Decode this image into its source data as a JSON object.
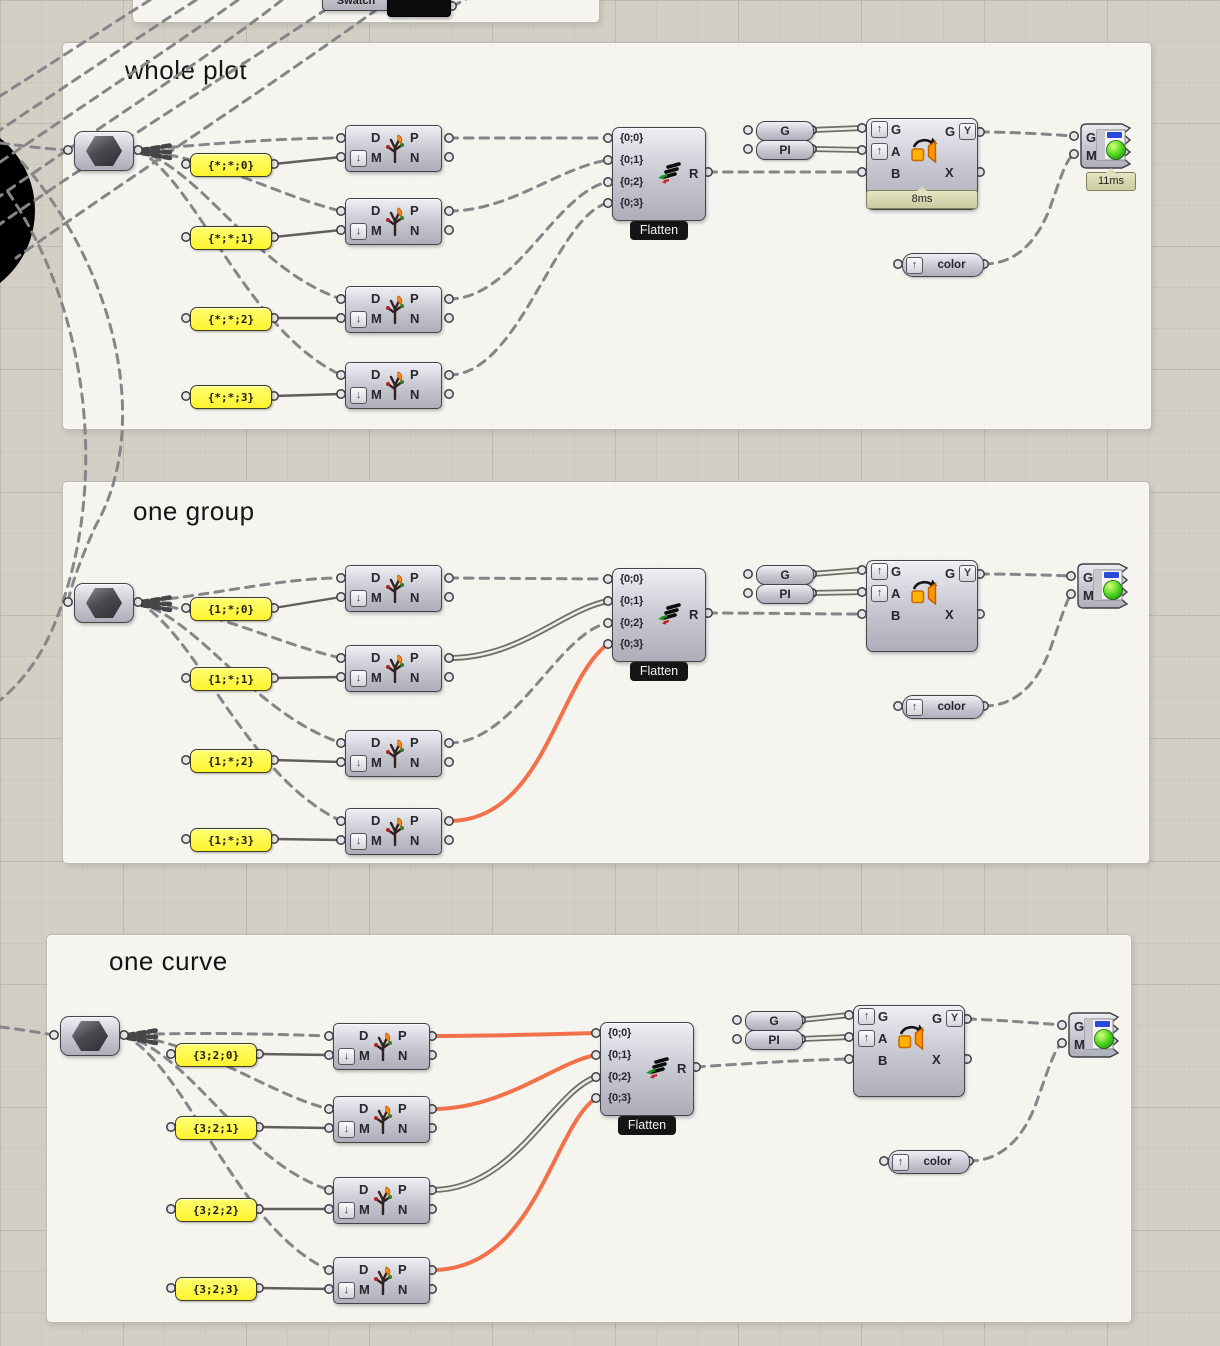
{
  "groups": [
    {
      "title": "whole plot",
      "panels": [
        "{*;*;0}",
        "{*;*;1}",
        "{*;*;2}",
        "{*;*;3}"
      ],
      "rotate_time_tag": "8ms",
      "preview_time_tag": "11ms"
    },
    {
      "title": "one group",
      "panels": [
        "{1;*;0}",
        "{1;*;1}",
        "{1;*;2}",
        "{1;*;3}"
      ]
    },
    {
      "title": "one curve",
      "panels": [
        "{3;2;0}",
        "{3;2;1}",
        "{3;2;2}",
        "{3;2;3}"
      ]
    }
  ],
  "components": {
    "swatch": {
      "label": "Swatch"
    },
    "split_tree": {
      "in_d": "D",
      "in_m": "M",
      "out_p": "P",
      "out_n": "N"
    },
    "entwine": {
      "inputs": [
        "{0;0}",
        "{0;1}",
        "{0;2}",
        "{0;3}"
      ],
      "output": "R",
      "name_tag": "Flatten"
    },
    "params": {
      "g": "G",
      "pi": "PI",
      "color": "color"
    },
    "rotate": {
      "in_g": "G",
      "in_a": "A",
      "in_b": "B",
      "out_g": "G",
      "out_x": "X"
    },
    "preview": {
      "in_g": "G",
      "in_m": "M"
    },
    "modifiers": {
      "graft": "↑",
      "flatten": "↓",
      "simplify": "Y"
    }
  },
  "colors": {
    "canvas_bg": "#d3cfc4",
    "group_bg": "#f5f5f1",
    "component_gray": "#c6c6d1",
    "panel_yellow": "#fff53d",
    "wire_gray_dashed": "#85858a",
    "wire_orange": "#f3714a",
    "tag_khaki": "#d5d6ad",
    "name_tag_black": "#151515",
    "preview_ball_green": "#4ad41e",
    "rotate_icon_orange": "#ffb300",
    "flame_orange": "#ff8c12"
  }
}
